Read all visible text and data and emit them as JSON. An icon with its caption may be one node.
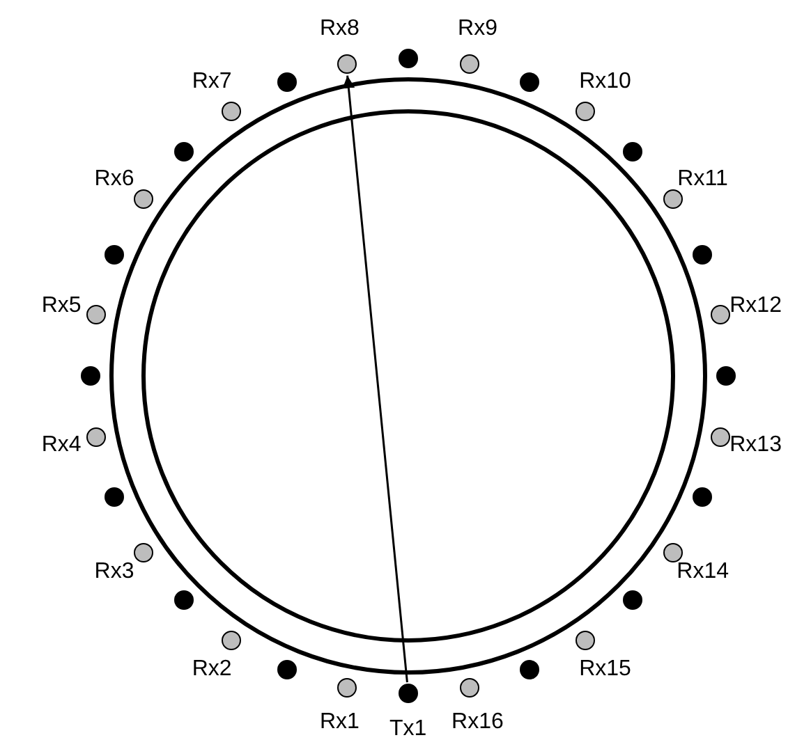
{
  "diagram": {
    "nodes": [
      {
        "text": [
          "Rx1"
        ]
      },
      {
        "text": [],
        "shape": "circle"
      },
      {
        "text": [
          "Rx2"
        ]
      },
      {
        "text": [],
        "shape": "circle"
      },
      {
        "text": [
          "Rx3"
        ]
      },
      {
        "text": [],
        "shape": "circle"
      },
      {
        "text": [
          "Rx4"
        ]
      },
      {
        "text": [],
        "shape": "circle"
      },
      {
        "text": [
          "Rx5"
        ]
      },
      {
        "text": [],
        "shape": "circle"
      },
      {
        "text": [
          "Rx6"
        ]
      },
      {
        "text": [],
        "shape": "circle"
      },
      {
        "text": [
          "Rx7"
        ]
      },
      {
        "text": [],
        "shape": "circle"
      },
      {
        "text": [
          "Rx8"
        ]
      },
      {
        "text": [],
        "shape": "circle"
      },
      {
        "text": [
          "Rx9"
        ]
      },
      {
        "text": [],
        "shape": "circle"
      },
      {
        "text": [
          "Rx10"
        ]
      },
      {
        "text": [],
        "shape": "circle"
      },
      {
        "text": [
          "Rx11"
        ]
      },
      {
        "text": [],
        "shape": "circle"
      },
      {
        "text": [
          "Rx12"
        ]
      },
      {
        "text": [],
        "shape": "circle"
      },
      {
        "text": [
          "Rx13"
        ]
      },
      {
        "text": [],
        "shape": "circle"
      },
      {
        "text": [
          "Rx14"
        ]
      },
      {
        "text": [],
        "shape": "circle"
      },
      {
        "text": [
          "Rx15"
        ]
      },
      {
        "text": [],
        "shape": "circle"
      },
      {
        "text": [
          "Rx16"
        ]
      },
      {
        "text": [
          "Tx1"
        ]
      }
    ],
    "edges": [
      {
        "from": 31,
        "to": 14,
        "arrow": "to"
      }
    ]
  }
}
